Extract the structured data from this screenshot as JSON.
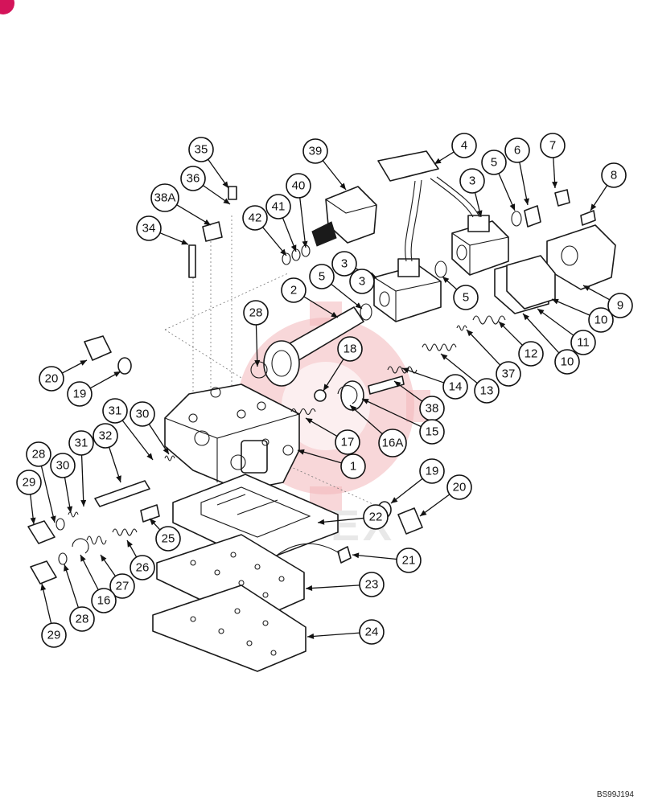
{
  "figure_code": "BS99J194",
  "watermark_text": "ITEX",
  "callouts": [
    {
      "id": "c35",
      "label": "35"
    },
    {
      "id": "c36",
      "label": "36"
    },
    {
      "id": "c38A",
      "label": "38A"
    },
    {
      "id": "c34",
      "label": "34"
    },
    {
      "id": "c39",
      "label": "39"
    },
    {
      "id": "c40",
      "label": "40"
    },
    {
      "id": "c41",
      "label": "41"
    },
    {
      "id": "c42",
      "label": "42"
    },
    {
      "id": "c4",
      "label": "4"
    },
    {
      "id": "c3a",
      "label": "3"
    },
    {
      "id": "c5a",
      "label": "5"
    },
    {
      "id": "c6",
      "label": "6"
    },
    {
      "id": "c7",
      "label": "7"
    },
    {
      "id": "c8",
      "label": "8"
    },
    {
      "id": "c3b",
      "label": "3"
    },
    {
      "id": "c5b",
      "label": "5"
    },
    {
      "id": "c3c",
      "label": "3"
    },
    {
      "id": "c2",
      "label": "2"
    },
    {
      "id": "c5c",
      "label": "5"
    },
    {
      "id": "c9",
      "label": "9"
    },
    {
      "id": "c10a",
      "label": "10"
    },
    {
      "id": "c11",
      "label": "11"
    },
    {
      "id": "c10b",
      "label": "10"
    },
    {
      "id": "c12",
      "label": "12"
    },
    {
      "id": "c37",
      "label": "37"
    },
    {
      "id": "c13",
      "label": "13"
    },
    {
      "id": "c14",
      "label": "14"
    },
    {
      "id": "c28a",
      "label": "28"
    },
    {
      "id": "c18",
      "label": "18"
    },
    {
      "id": "c38",
      "label": "38"
    },
    {
      "id": "c15",
      "label": "15"
    },
    {
      "id": "c16A",
      "label": "16A"
    },
    {
      "id": "c17",
      "label": "17"
    },
    {
      "id": "c1",
      "label": "1"
    },
    {
      "id": "c20a",
      "label": "20"
    },
    {
      "id": "c19a",
      "label": "19"
    },
    {
      "id": "c31a",
      "label": "31"
    },
    {
      "id": "c30a",
      "label": "30"
    },
    {
      "id": "c28b",
      "label": "28"
    },
    {
      "id": "c30b",
      "label": "30"
    },
    {
      "id": "c31b",
      "label": "31"
    },
    {
      "id": "c32",
      "label": "32"
    },
    {
      "id": "c29a",
      "label": "29"
    },
    {
      "id": "c19b",
      "label": "19"
    },
    {
      "id": "c20b",
      "label": "20"
    },
    {
      "id": "c22",
      "label": "22"
    },
    {
      "id": "c25",
      "label": "25"
    },
    {
      "id": "c26",
      "label": "26"
    },
    {
      "id": "c27",
      "label": "27"
    },
    {
      "id": "c16",
      "label": "16"
    },
    {
      "id": "c21",
      "label": "21"
    },
    {
      "id": "c29b",
      "label": "29"
    },
    {
      "id": "c28c",
      "label": "28"
    },
    {
      "id": "c23",
      "label": "23"
    },
    {
      "id": "c24",
      "label": "24"
    }
  ]
}
